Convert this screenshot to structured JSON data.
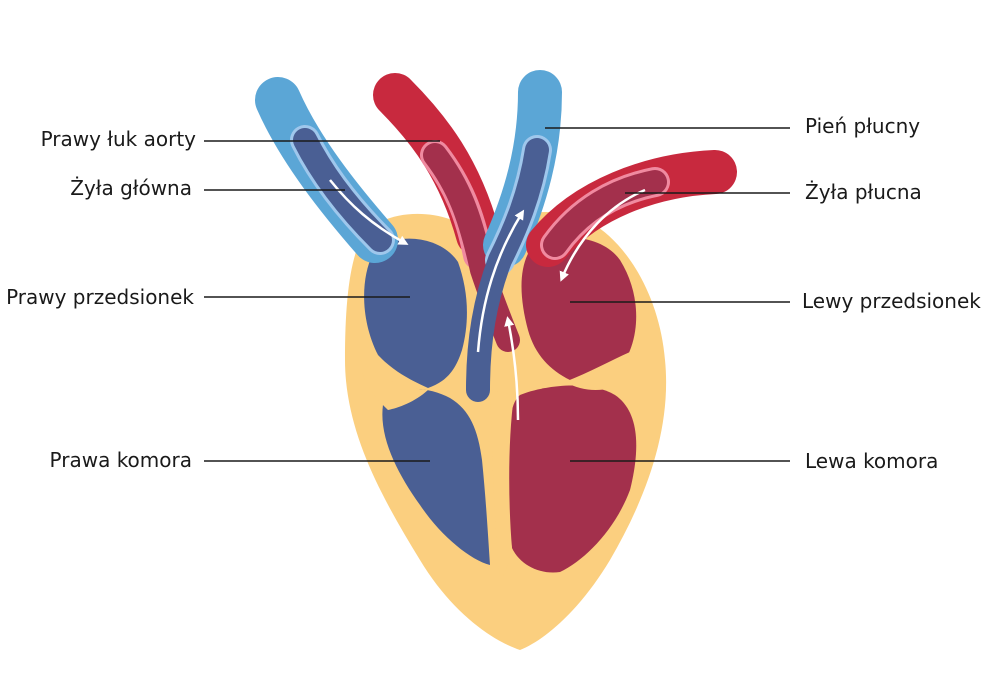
{
  "colors": {
    "wall": "#FBCF7F",
    "venous": "#4A5F94",
    "arterial": "#A3304C",
    "vessel_blue": "#5BA6D6",
    "vessel_red": "#C8293E",
    "vessel_outline_blue": "#9FC7EC",
    "vessel_outline_red": "#F08AA0",
    "arrow": "#ffffff",
    "leader_line": "#1a1a1a"
  },
  "labels": {
    "right_aortic_arch": "Prawy łuk aorty",
    "vena_cava": "Żyła główna",
    "right_atrium": "Prawy przedsionek",
    "right_ventricle": "Prawa komora",
    "pulmonary_trunk": "Pień płucny",
    "pulmonary_vein": "Żyła płucna",
    "left_atrium": "Lewy przedsionek",
    "left_ventricle": "Lewa komora"
  }
}
